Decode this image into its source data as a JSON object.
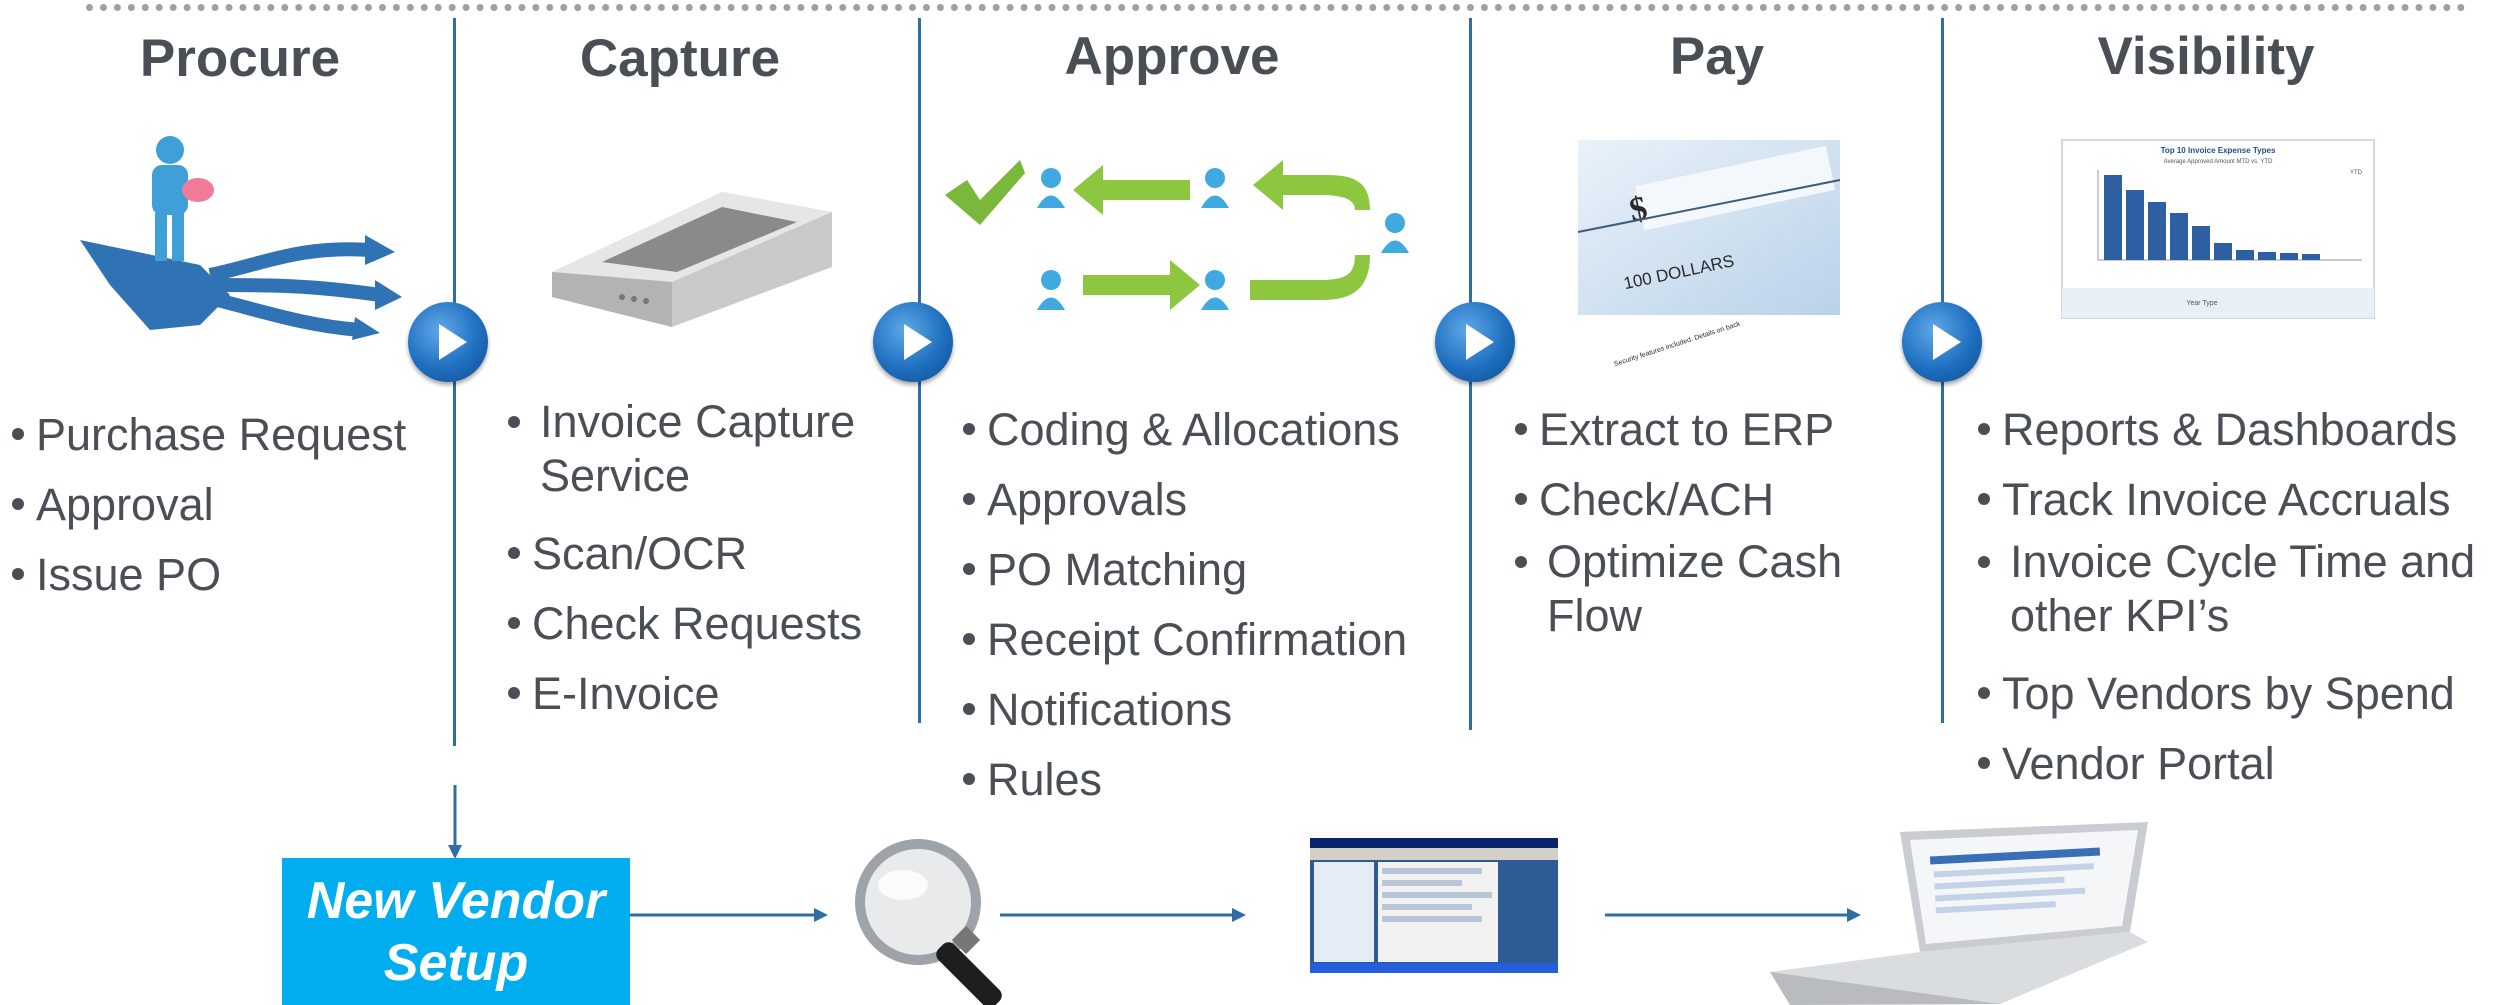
{
  "columns": [
    {
      "title": "Procure",
      "bullets": [
        "Purchase Request",
        "Approval",
        "Issue PO"
      ]
    },
    {
      "title": "Capture",
      "bullets": [
        "Invoice Capture\nService",
        "Scan/OCR",
        "Check Requests",
        "E-Invoice"
      ]
    },
    {
      "title": "Approve",
      "bullets": [
        "Coding & Allocations",
        "Approvals",
        "PO Matching",
        "Receipt Confirmation",
        "Notifications",
        "Rules"
      ]
    },
    {
      "title": "Pay",
      "bullets": [
        "Extract to ERP",
        "Check/ACH",
        "Optimize Cash\nFlow"
      ]
    },
    {
      "title": "Visibility",
      "bullets": [
        "Reports & Dashboards",
        "Track Invoice Accruals",
        "Invoice Cycle Time and\nother KPI’s",
        "Top Vendors by Spend",
        "Vendor Portal"
      ]
    }
  ],
  "vendor_setup": {
    "label": "New Vendor Setup"
  },
  "check_image": {
    "dollar": "$",
    "amount": "100 DOLLARS",
    "security_note": "Security features included. Details on back"
  },
  "chart_thumbnail": {
    "title": "Top 10 Invoice Expense Types",
    "subtitle": "Average Approved Amount MTD vs. YTD",
    "legend": "YTD",
    "footer": "Year Type"
  },
  "colors": {
    "divider": "#2f6ea3",
    "vendor_box": "#00adef",
    "arrow_green": "#8dc63f",
    "person_blue": "#3fa9e0",
    "play_button": "#1f6fc0"
  },
  "icons": [
    "play-icon",
    "crossroads-person-icon",
    "scanner-icon",
    "checkmark-icon",
    "check-paper-icon",
    "bar-chart-icon",
    "magnifying-glass-icon",
    "erp-screenshot-icon",
    "laptop-icon"
  ]
}
